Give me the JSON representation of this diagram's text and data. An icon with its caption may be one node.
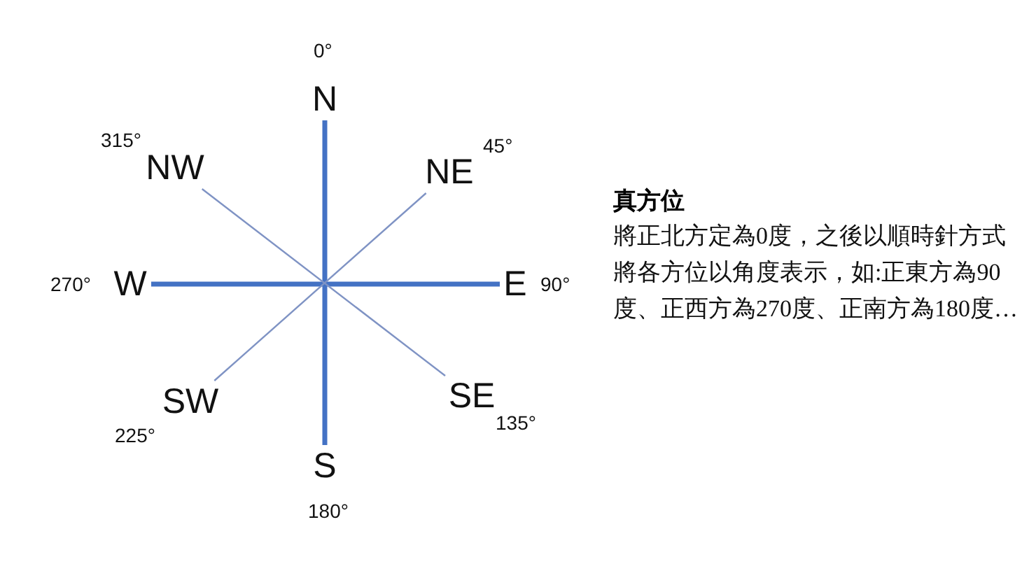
{
  "diagram": {
    "title": "真方位",
    "nodes": [
      {
        "text": [
          "N"
        ],
        "beside": [
          "0°"
        ]
      },
      {
        "text": [
          "NE"
        ],
        "beside": [
          "45°"
        ]
      },
      {
        "text": [
          "E"
        ],
        "beside": [
          "90°"
        ]
      },
      {
        "text": [
          "SE"
        ],
        "beside": [
          "135°"
        ]
      },
      {
        "text": [
          "S"
        ],
        "beside": [
          "180°"
        ]
      },
      {
        "text": [
          "SW"
        ],
        "beside": [
          "225°"
        ]
      },
      {
        "text": [
          "W"
        ],
        "beside": [
          "270°"
        ]
      },
      {
        "text": [
          "NW"
        ],
        "beside": [
          "315°"
        ]
      }
    ],
    "edges": [
      {
        "from": 0,
        "to": 4,
        "arrow": "none",
        "style": "thick"
      },
      {
        "from": 6,
        "to": 2,
        "arrow": "none",
        "style": "thick"
      },
      {
        "from": 1,
        "to": 5,
        "arrow": "none",
        "color": "#7f93c4"
      },
      {
        "from": 7,
        "to": 3,
        "arrow": "none",
        "color": "#7f93c4"
      }
    ],
    "labels": [
      "將正北方定為0度，之後以順時針方式將各方位以角度表示，如:正東方為90度、正西方為270度、正南方為180度…"
    ]
  }
}
